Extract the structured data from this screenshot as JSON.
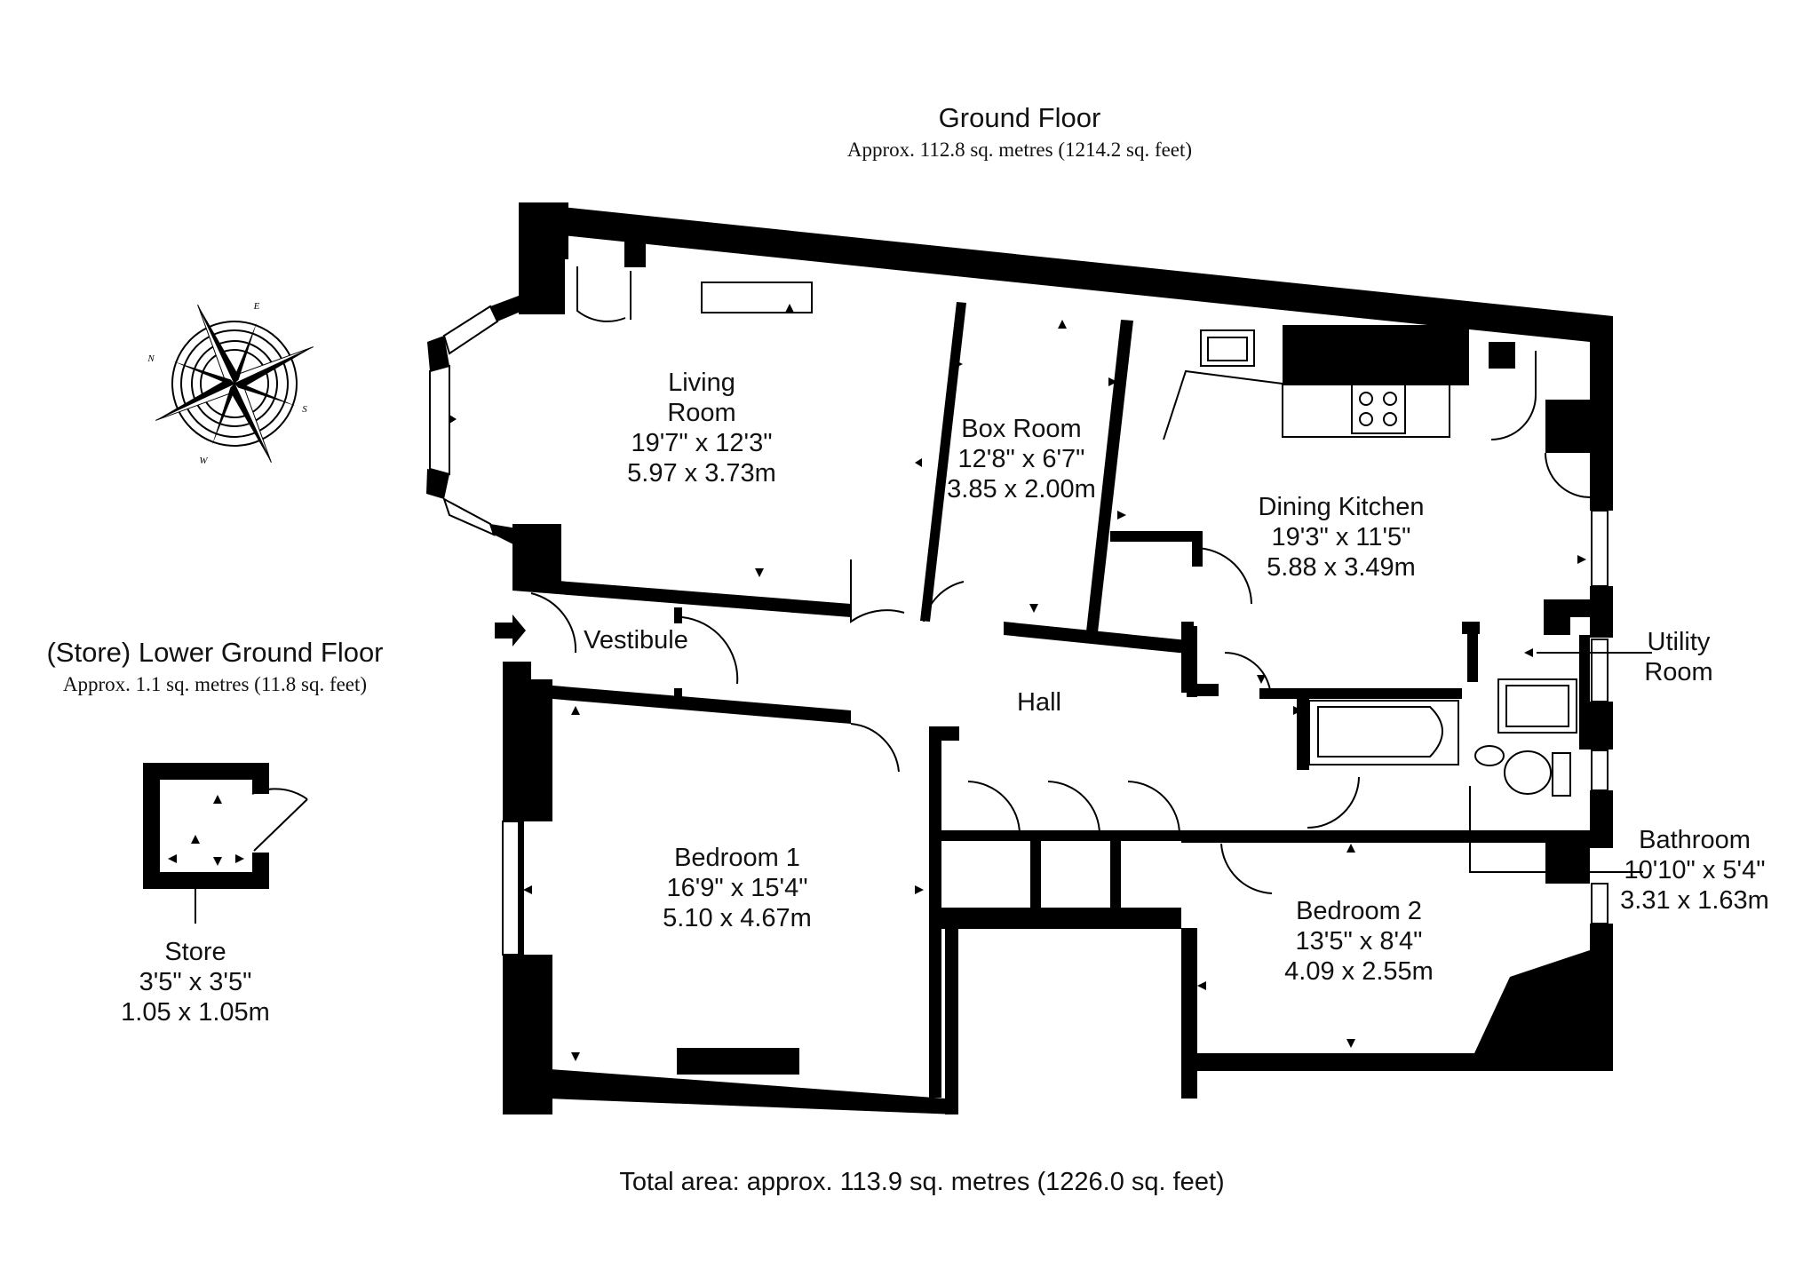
{
  "ground_floor": {
    "title": "Ground Floor",
    "area": "Approx. 112.8 sq. metres (1214.2 sq. feet)"
  },
  "lower_ground_floor": {
    "title": "(Store) Lower Ground Floor",
    "area": "Approx. 1.1 sq. metres (11.8 sq. feet)"
  },
  "total_area": "Total area: approx. 113.9 sq. metres (1226.0 sq. feet)",
  "compass": {
    "icon": "compass-rose-icon",
    "letters": {
      "north": "N",
      "east": "E",
      "south": "S",
      "west": "W"
    }
  },
  "rooms": {
    "living_room": {
      "name_line1": "Living",
      "name_line2": "Room",
      "imperial": "19'7\" x 12'3\"",
      "metric": "5.97 x 3.73m"
    },
    "box_room": {
      "name": "Box Room",
      "imperial": "12'8\" x 6'7\"",
      "metric": "3.85 x 2.00m"
    },
    "dining_kitchen": {
      "name": "Dining Kitchen",
      "imperial": "19'3\" x 11'5\"",
      "metric": "5.88 x 3.49m"
    },
    "utility_room": {
      "name_line1": "Utility",
      "name_line2": "Room"
    },
    "vestibule": {
      "name": "Vestibule"
    },
    "hall": {
      "name": "Hall"
    },
    "bedroom_1": {
      "name": "Bedroom 1",
      "imperial": "16'9\" x 15'4\"",
      "metric": "5.10 x 4.67m"
    },
    "bathroom": {
      "name": "Bathroom",
      "imperial": "10'10\" x 5'4\"",
      "metric": "3.31 x 1.63m"
    },
    "bedroom_2": {
      "name": "Bedroom 2",
      "imperial": "13'5\" x 8'4\"",
      "metric": "4.09 x 2.55m"
    },
    "store": {
      "name": "Store",
      "imperial": "3'5\" x 3'5\"",
      "metric": "1.05 x 1.05m"
    }
  }
}
